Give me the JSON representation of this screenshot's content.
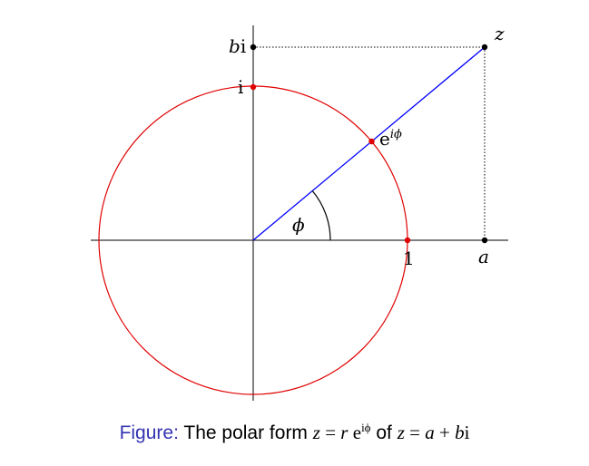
{
  "diagram": {
    "labels": {
      "z": "z",
      "bi_b": "b",
      "bi_i": "i",
      "i": "i",
      "e_base": "e",
      "e_exp": "iϕ",
      "phi": "ϕ",
      "one": "1",
      "a": "a"
    },
    "colors": {
      "circle": "#e00000",
      "ray": "#0000ff",
      "axes": "#000000",
      "points_red": "#e00000",
      "points_black": "#000000"
    },
    "unit_circle_radius": 1,
    "point_z": {
      "a": 1.5,
      "b": 1.25
    }
  },
  "caption": {
    "prefix": "Figure:",
    "prefix_color": "#3333b3",
    "text1": " The polar form ",
    "z1": "z",
    "eq1": " = ",
    "r": "r",
    "e": " e",
    "exp": "iϕ",
    "text2": " of ",
    "z2": "z",
    "eq2": " = ",
    "a": "a",
    "plus": " + ",
    "b": "b",
    "i": "i"
  }
}
